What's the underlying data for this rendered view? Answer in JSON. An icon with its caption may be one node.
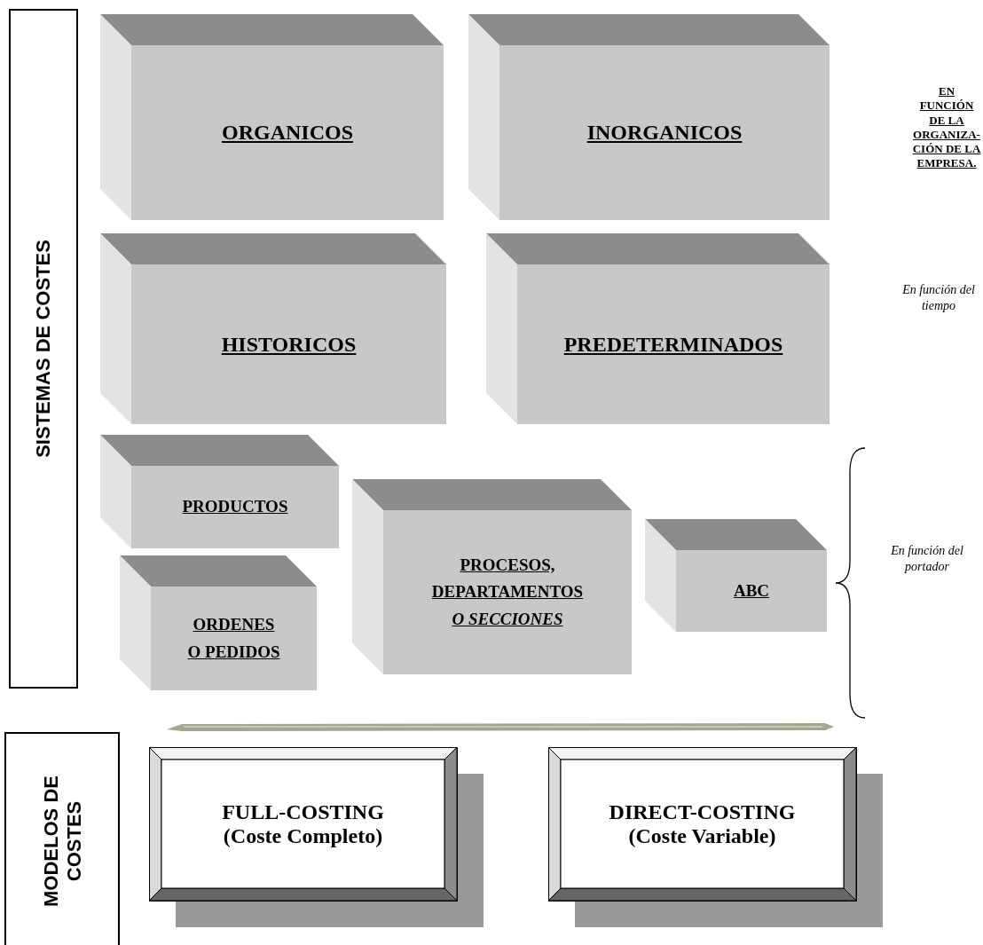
{
  "diagram": {
    "nodes": [
      {
        "text": [
          "SISTEMAS DE COSTES"
        ]
      },
      {
        "text": [
          "ORGANICOS"
        ]
      },
      {
        "text": [
          "INORGANICOS"
        ]
      },
      {
        "text": [
          "HISTORICOS"
        ]
      },
      {
        "text": [
          "PREDETERMINADOS"
        ]
      },
      {
        "text": [
          "PRODUCTOS"
        ]
      },
      {
        "text": [
          "PROCESOS, DEPARTAMENTOS *O SECCIONES*"
        ]
      },
      {
        "text": [
          "ABC"
        ]
      },
      {
        "text": [
          "ORDENES O PEDIDOS"
        ]
      },
      {
        "text": [
          "MODELOS DE COSTES"
        ]
      },
      {
        "text": [
          "FULL-COSTING",
          "(Coste Completo)"
        ]
      },
      {
        "text": [
          "DIRECT-COSTING",
          "(Coste Variable)"
        ]
      }
    ],
    "labels": [
      "EN FUNCIÓN DE LA ORGANIZA-CIÓN DE LA EMPRESA.",
      "En función del tiempo",
      "En función del portador"
    ]
  }
}
